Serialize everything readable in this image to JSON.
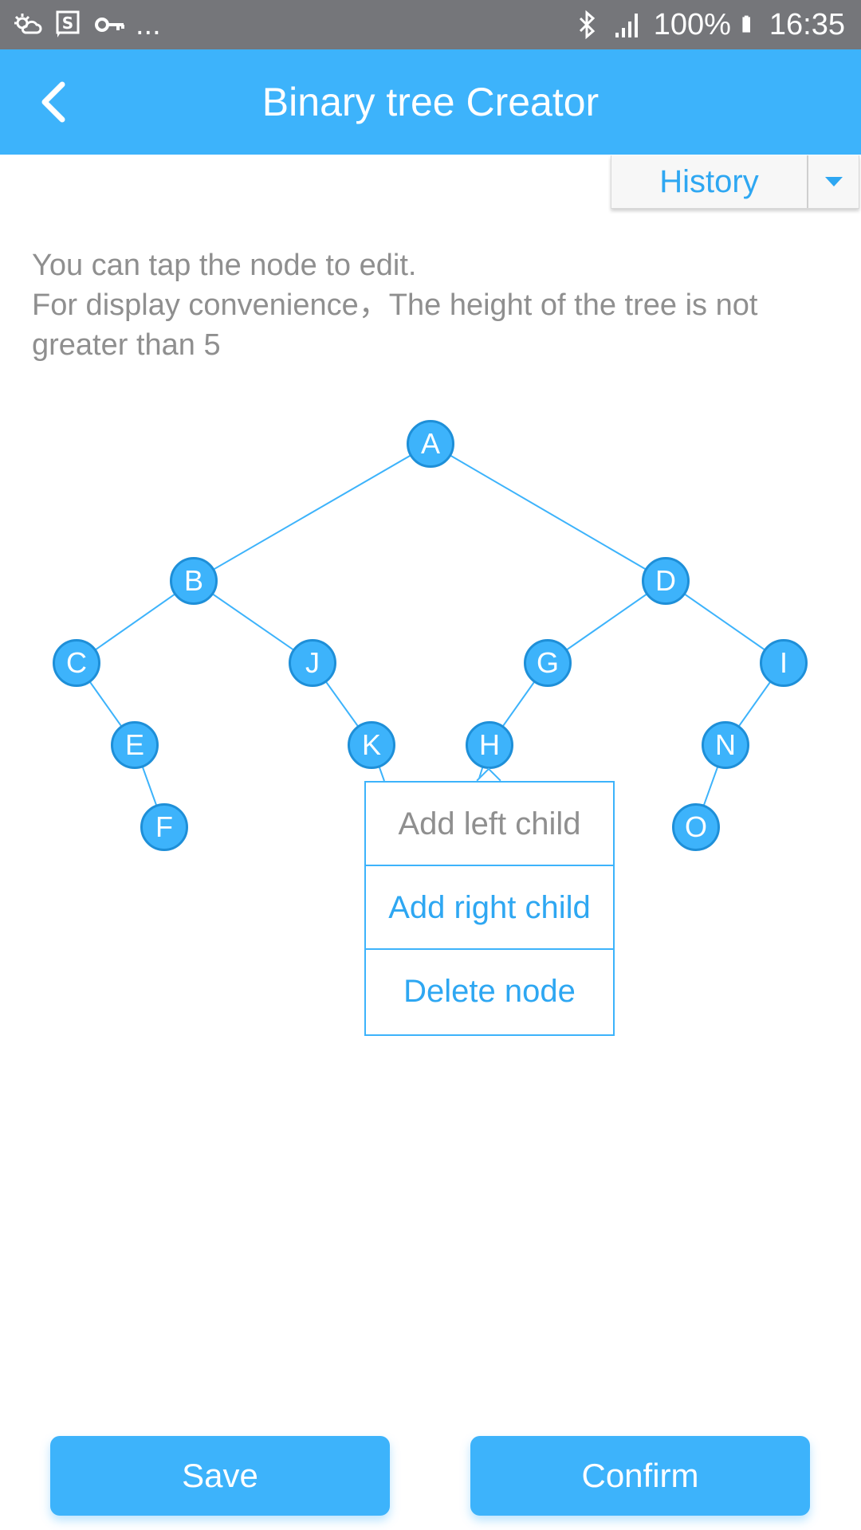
{
  "status_bar": {
    "left_icons": [
      "weather-icon",
      "s-app-icon",
      "key-icon"
    ],
    "left_overflow": "...",
    "battery": "100%",
    "time": "16:35"
  },
  "app_bar": {
    "title": "Binary tree Creator",
    "back_icon": "chevron-left-icon"
  },
  "history": {
    "label": "History",
    "dropdown_icon": "caret-down-icon"
  },
  "hint": {
    "line1": "You can tap the node to edit.",
    "line2": "For display convenience，The height of the tree is not greater than 5"
  },
  "tree": {
    "nodes": [
      "A",
      "B",
      "D",
      "C",
      "J",
      "G",
      "I",
      "E",
      "K",
      "H",
      "N",
      "F",
      "O"
    ],
    "edges": [
      [
        "A",
        "B"
      ],
      [
        "A",
        "D"
      ],
      [
        "B",
        "C"
      ],
      [
        "B",
        "J"
      ],
      [
        "D",
        "G"
      ],
      [
        "D",
        "I"
      ],
      [
        "C",
        "E"
      ],
      [
        "E",
        "F"
      ],
      [
        "J",
        "K"
      ],
      [
        "G",
        "H"
      ],
      [
        "I",
        "N"
      ],
      [
        "N",
        "O"
      ]
    ],
    "selected_node": "H"
  },
  "node_menu": {
    "add_left": "Add left child",
    "add_right": "Add right child",
    "delete": "Delete node"
  },
  "buttons": {
    "save": "Save",
    "confirm": "Confirm"
  },
  "colors": {
    "accent": "#3db3fb",
    "status_bar": "#75767a",
    "hint_text": "#8f8f8f"
  }
}
